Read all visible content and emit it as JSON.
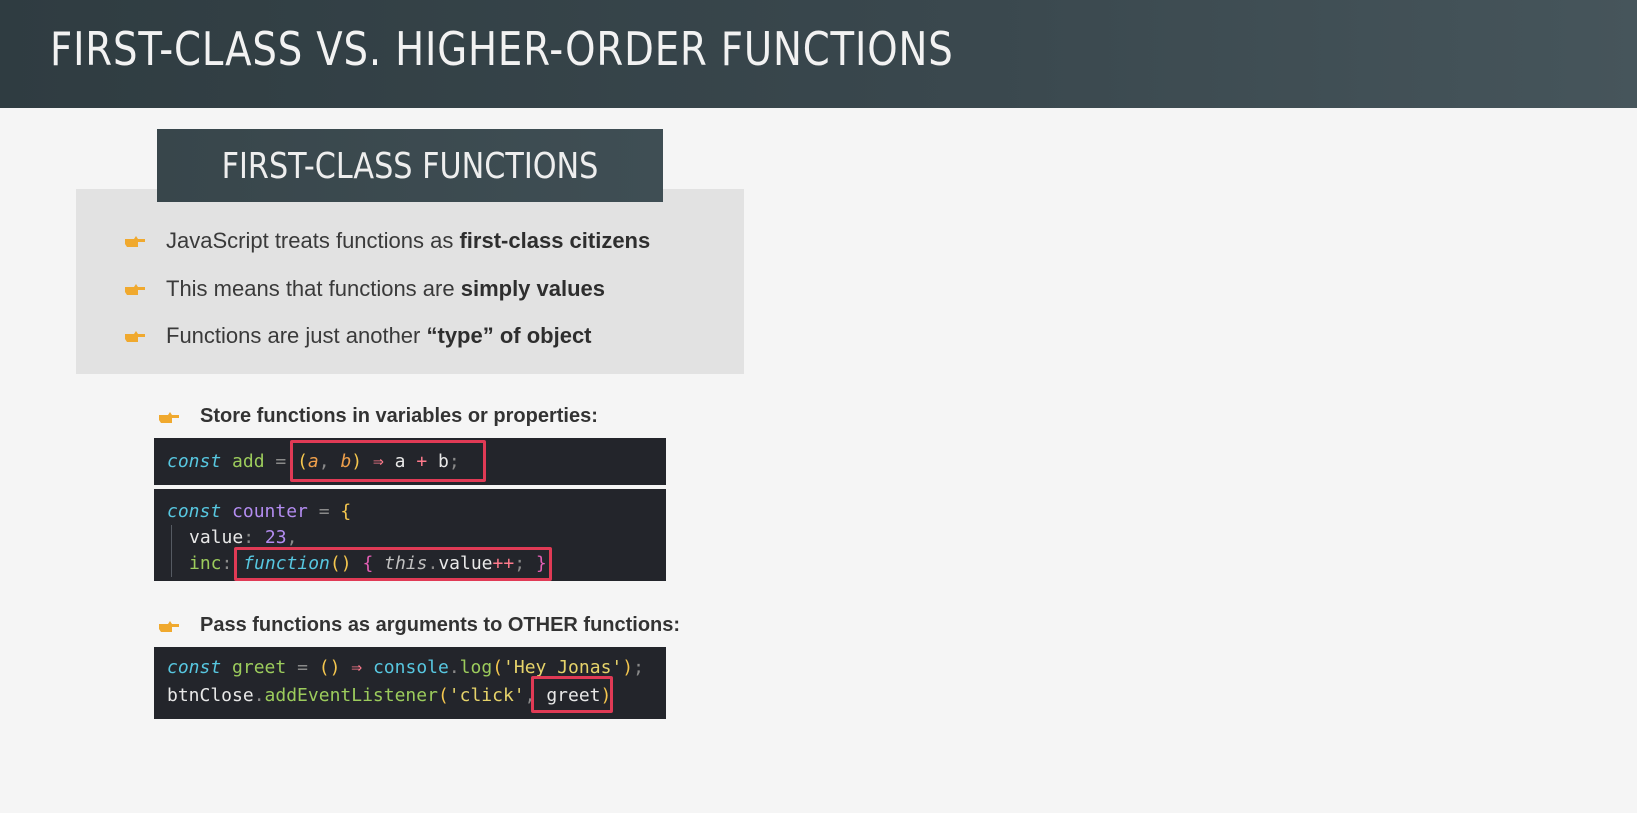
{
  "header": {
    "title": "FIRST-CLASS VS. HIGHER-ORDER FUNCTIONS"
  },
  "section": {
    "title": "FIRST-CLASS FUNCTIONS"
  },
  "bullets": [
    {
      "text": "JavaScript treats functions as ",
      "bold": "first-class citizens"
    },
    {
      "text": "This means that functions are ",
      "bold": "simply values"
    },
    {
      "text": "Functions are just another ",
      "bold": "“type” of object"
    }
  ],
  "sub_bullets": [
    {
      "text": "Store functions in variables or properties:"
    },
    {
      "text": "Pass functions as arguments to OTHER functions:"
    }
  ],
  "code1": {
    "kw": "const",
    "name": "add",
    "eq": "=",
    "lp": "(",
    "a": "a",
    "comma": ",",
    "b": "b",
    "rp": ")",
    "arrow": "⇒",
    "x": "a",
    "plus": "+",
    "y": "b",
    "semi": ";"
  },
  "code2": {
    "l1_kw": "const",
    "l1_name": "counter",
    "l1_eq": "=",
    "l1_brace": "{",
    "l2_key": "value",
    "l2_colon": ":",
    "l2_val": "23",
    "l2_comma": ",",
    "l3_key": "inc",
    "l3_colon": ":",
    "l3_fn": "function",
    "l3_paren": "()",
    "l3_lb": "{",
    "l3_this": "this",
    "l3_dot": ".",
    "l3_prop": "value",
    "l3_inc": "++",
    "l3_semi": ";",
    "l3_rb": "}"
  },
  "code3": {
    "l1_kw": "const",
    "l1_name": "greet",
    "l1_eq": "=",
    "l1_paren": "()",
    "l1_arrow": "⇒",
    "l1_obj": "console",
    "l1_dot": ".",
    "l1_method": "log",
    "l1_lp": "(",
    "l1_str": "'Hey Jonas'",
    "l1_rp": ")",
    "l1_semi": ";",
    "l2_obj": "btnClose",
    "l2_dot": ".",
    "l2_method": "addEventListener",
    "l2_lp": "(",
    "l2_str": "'click'",
    "l2_comma": ",",
    "l2_arg": "greet",
    "l2_rp": ")"
  },
  "colors": {
    "header_bg": "#2f3c41",
    "panel_bg": "#e2e2e2",
    "code_bg": "#23252b",
    "highlight": "#e03a55",
    "hand": "#f0a92e"
  },
  "icons": {
    "bullet": "pointing-hand-icon"
  }
}
